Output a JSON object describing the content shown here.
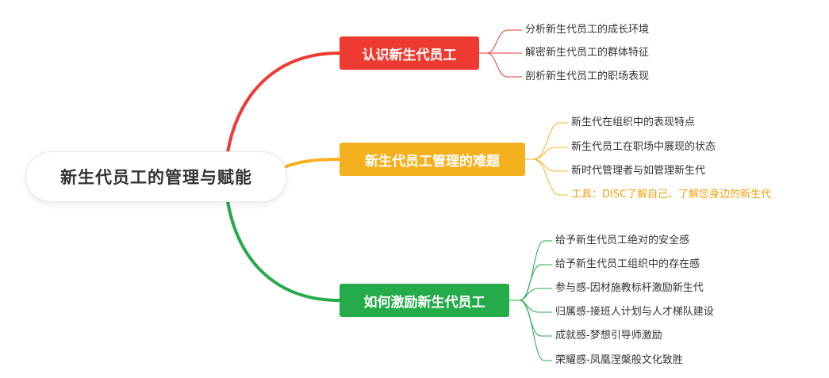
{
  "root": {
    "label": "新生代员工的管理与赋能"
  },
  "branches": [
    {
      "label": "认识新生代员工",
      "color": "#ef3a31",
      "children": [
        {
          "label": "分析新生代员工的成长环境"
        },
        {
          "label": "解密新生代员工的群体特征"
        },
        {
          "label": "剖析新生代员工的职场表现"
        }
      ]
    },
    {
      "label": "新生代员工管理的难题",
      "color": "#f5b020",
      "children": [
        {
          "label": "新生代在组织中的表现特点"
        },
        {
          "label": "新生代员工在职场中展现的状态"
        },
        {
          "label": "新时代管理者与如管理新生代"
        },
        {
          "label": "工具：DISC了解自己、了解您身边的新生代",
          "highlight": true
        }
      ]
    },
    {
      "label": "如何激励新生代员工",
      "color": "#26ab4a",
      "children": [
        {
          "label": "给予新生代员工绝对的安全感"
        },
        {
          "label": "给予新生代员工组织中的存在感"
        },
        {
          "label": "参与感-因材施教标杆激励新生代"
        },
        {
          "label": "归属感-接班人计划与人才梯队建设"
        },
        {
          "label": "成就感-梦想引导师激励"
        },
        {
          "label": "荣耀感-凤凰涅槃般文化致胜"
        }
      ]
    }
  ]
}
